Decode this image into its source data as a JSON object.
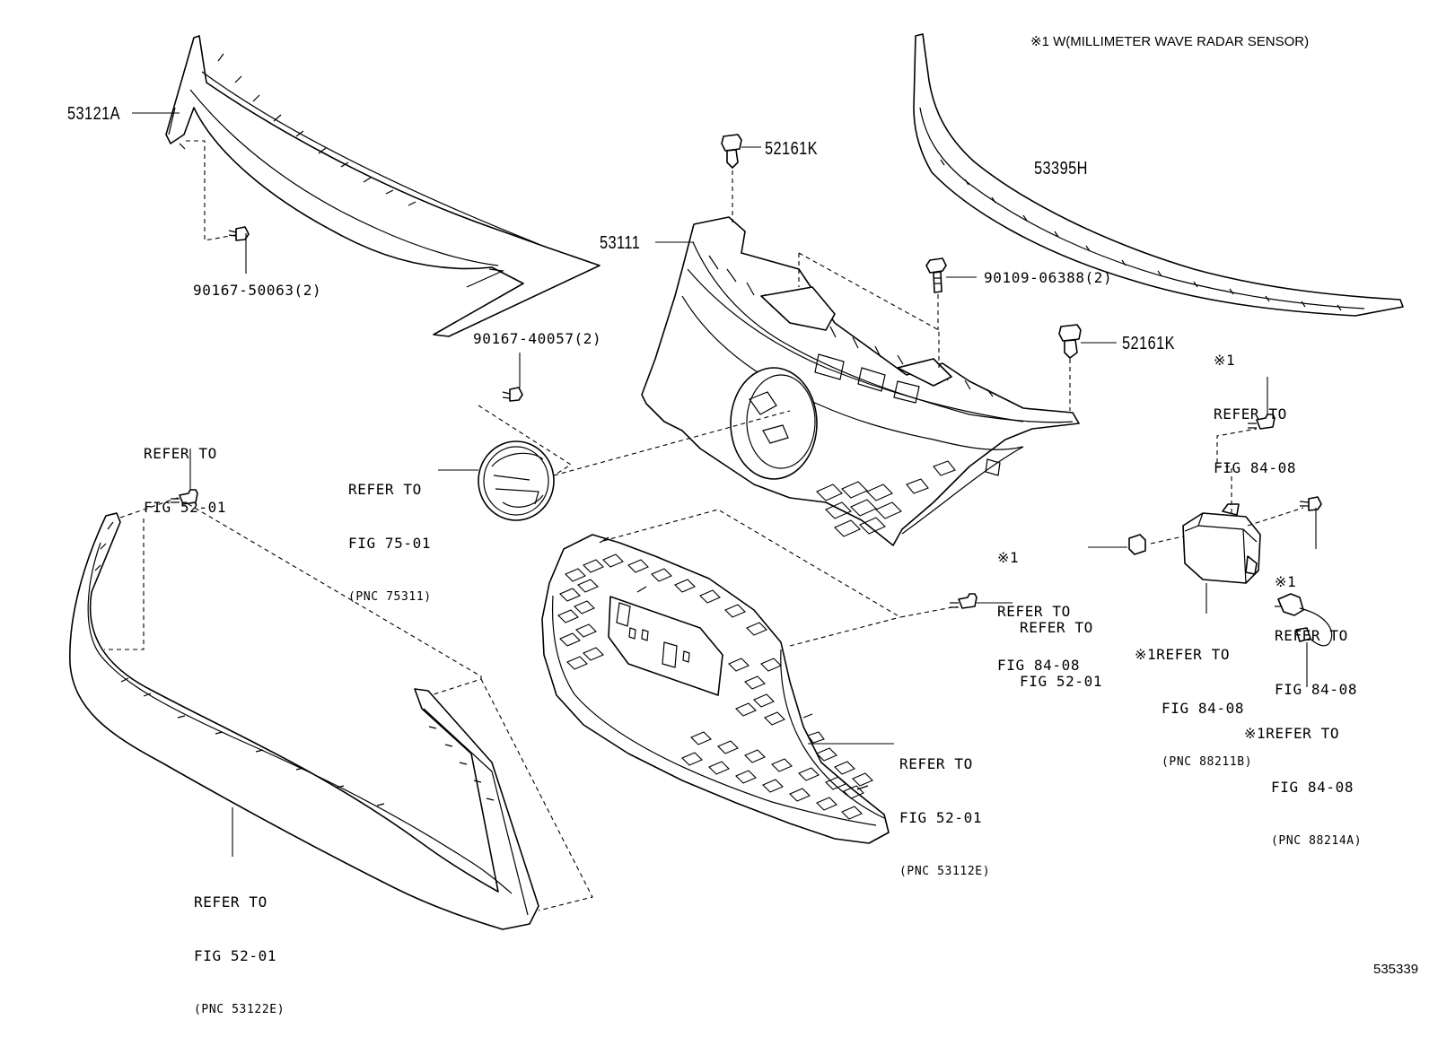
{
  "header_note": "※1 W(MILLIMETER WAVE RADAR SENSOR)",
  "diagram_id": "535339",
  "parts": {
    "p53121A": "53121A",
    "p90167_50063": "90167-50063(2)",
    "p90167_40057": "90167-40057(2)",
    "p52161K_top": "52161K",
    "p53111": "53111",
    "p90109_06388": "90109-06388(2)",
    "p52161K_right": "52161K",
    "p53395H": "53395H"
  },
  "refs": {
    "emblem": {
      "line1": "REFER TO",
      "line2": "FIG 75-01",
      "pnc": "(PNC 75311)"
    },
    "clip_left": {
      "line1": "REFER TO",
      "line2": "FIG 52-01"
    },
    "lower_molding": {
      "line1": "REFER TO",
      "line2": "FIG 52-01",
      "pnc": "(PNC 53122E)"
    },
    "clip_center": {
      "line1": "REFER TO",
      "line2": "FIG 52-01"
    },
    "radiator_grille": {
      "line1": "REFER TO",
      "line2": "FIG 52-01",
      "pnc": "(PNC 53112E)"
    },
    "radar_screw_top": {
      "mark": "※1",
      "line1": "REFER TO",
      "line2": "FIG 84-08"
    },
    "radar_nut_left": {
      "mark": "※1",
      "line1": "REFER TO",
      "line2": "FIG 84-08"
    },
    "radar_bolt_right": {
      "mark": "※1",
      "line1": "REFER TO",
      "line2": "FIG 84-08"
    },
    "radar_sensor": {
      "mark": "※1",
      "line1": "REFER TO",
      "line2": "FIG 84-08",
      "pnc": "(PNC 88211B)"
    },
    "radar_connector": {
      "mark": "※1",
      "line1": "REFER TO",
      "line2": "FIG 84-08",
      "pnc": "(PNC 88214A)"
    }
  }
}
